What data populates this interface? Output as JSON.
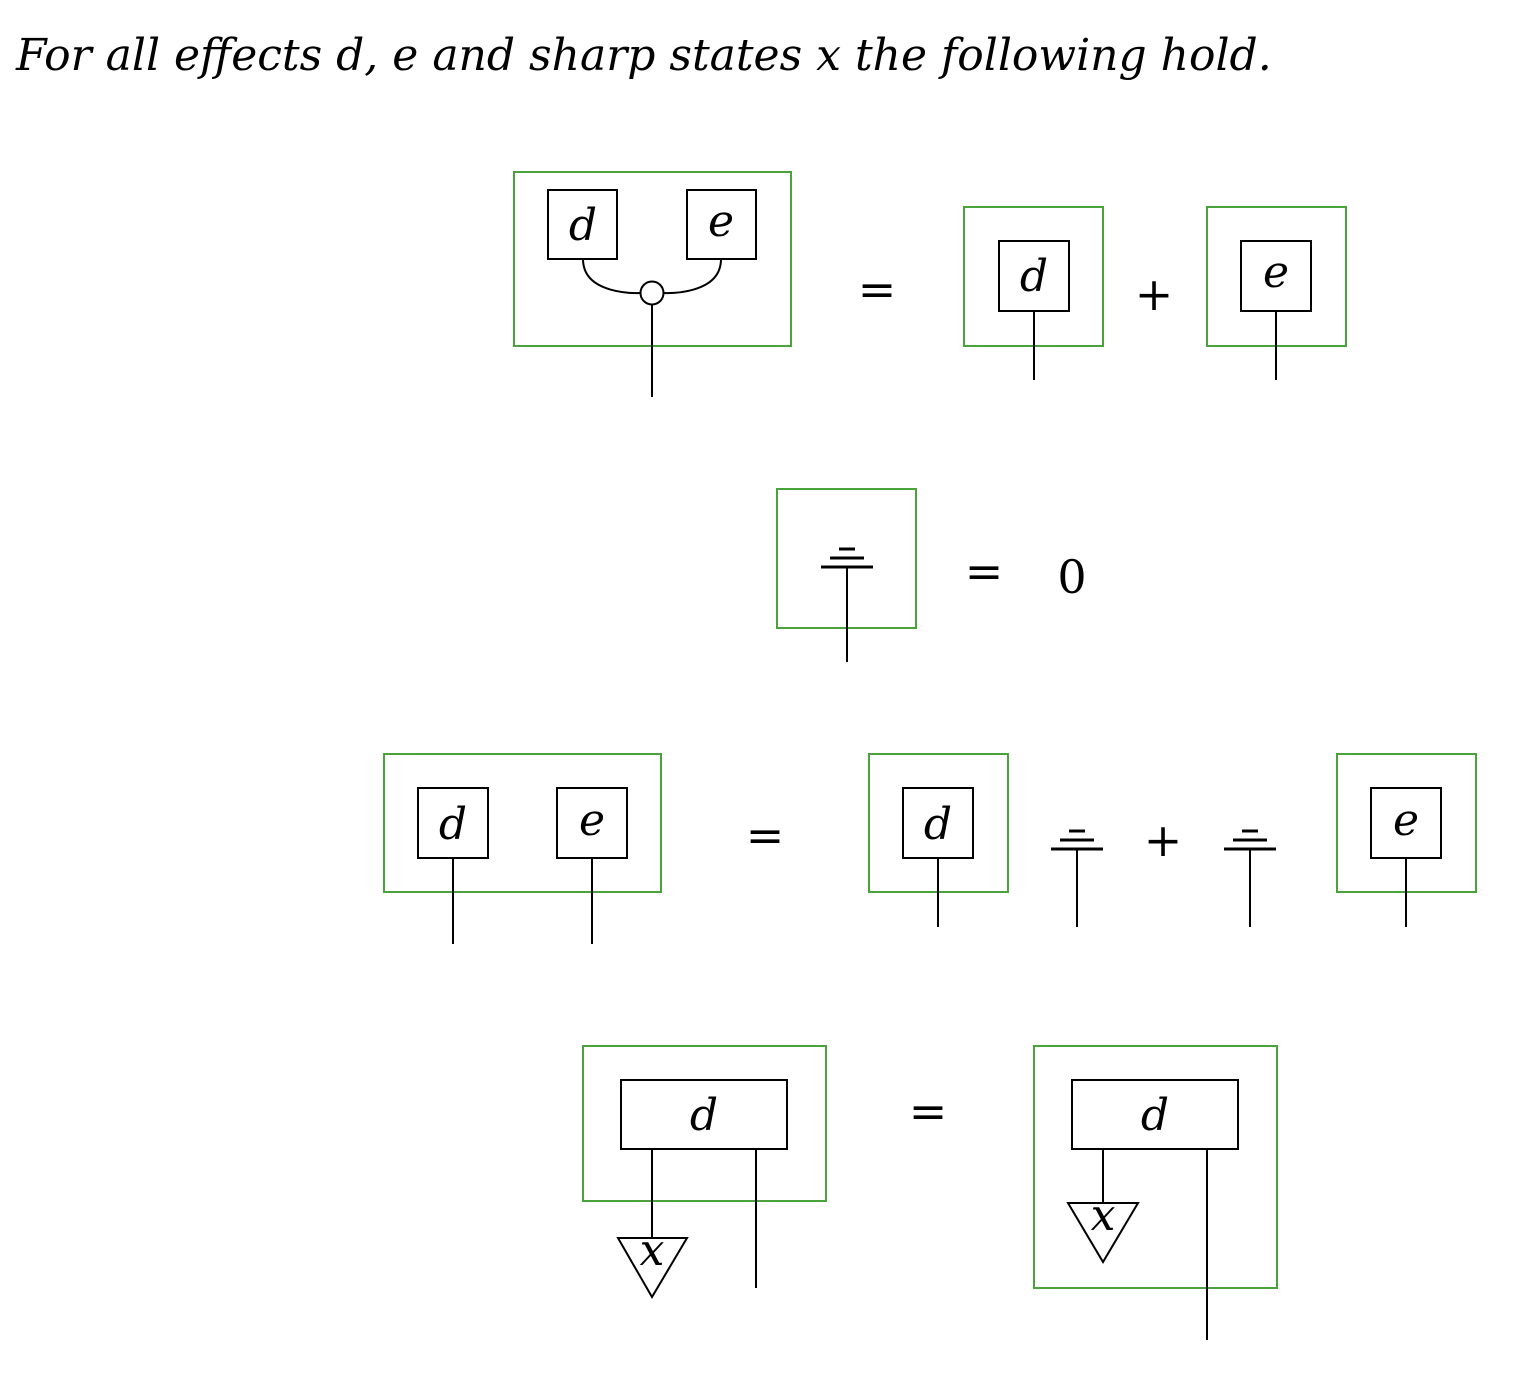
{
  "intro": {
    "prefix": "For all effects ",
    "symbols": "d, e",
    "middle": " and sharp states ",
    "state": "x",
    "suffix": " the following hold."
  },
  "labels": {
    "effect_d": "d",
    "effect_e": "e",
    "state_x": "x"
  },
  "operators": {
    "equals": "=",
    "plus": "+",
    "zero": "0"
  },
  "colors": {
    "bracket": "#4aa33a",
    "ink": "#000000"
  }
}
